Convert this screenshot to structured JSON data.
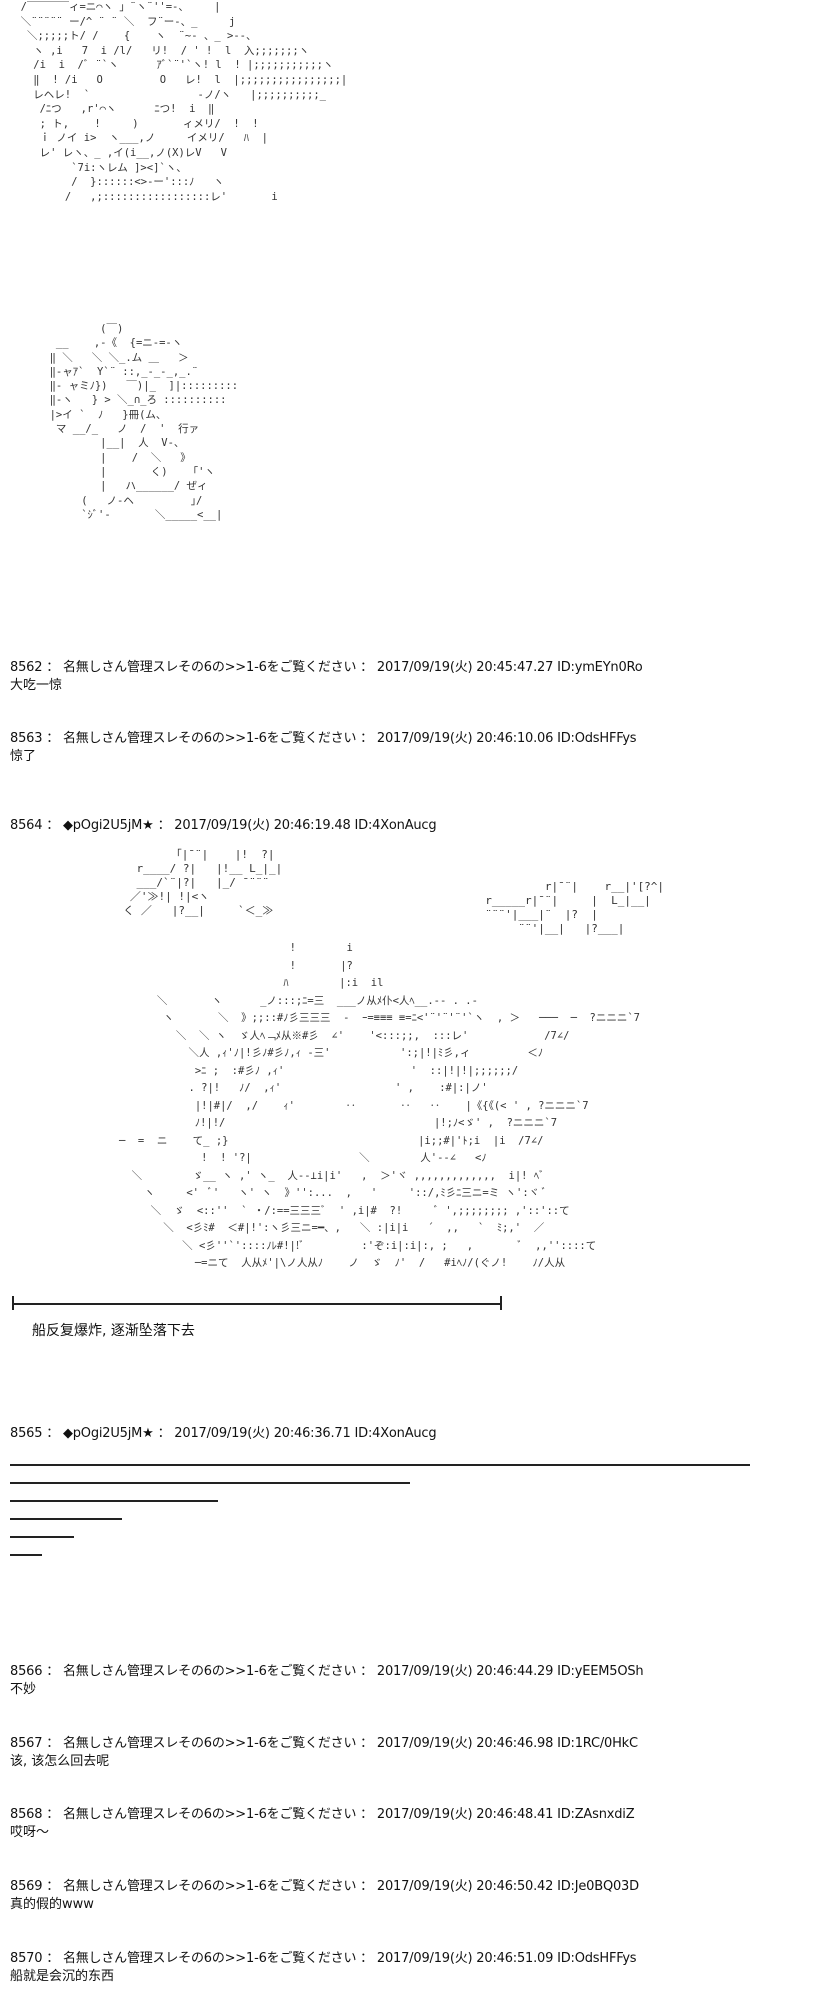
{
  "art": {
    "girl_face": "  /￣￣￣￣ィ=ニ⌒ヽ 」¨ヽ¨''=-、    |\n  ＼¨¨¨¨¨ ー/^ ¨ ¨ ＼  フ¨ー-、_     j\n   ＼;;;;;ト/ /    {    ヽ  ¨~- 、_ >‐-、\n    ヽ ,i   7  i /l/   リ!  / ' !  l  入;;;;;;;ヽ\n    /i  i  /ﾞ ¨`ヽ      ｱﾞ`¨'`ヽ! l  ! |;;;;;;;;;;;ヽ\n    ‖  ! /i   O         O   レ!  l  |;;;;;;;;;;;;;;;;|\n    レヘレ!  `                 ‐ノ/ヽ   |;;;;;;;;;;_\n     /ﾆつ   ,r'⌒ヽ      ﾆつ!  i  ‖\n     ; ト,    !     )       ィメリ/  !  !\n     ｉ ノイ i>  ヽ___,ノ     イメリ/   ﾊ  |\n     レ' レヽ、_ ,イ(i__,ノ(X)レV   V\n          `7i:ヽレム ]><]`ヽ、\n          /  }::::::<>-ー':::ﾉ   ヽ\n         /   ,;:::::::::::::::::レ'       i",
    "girl_full": "             (￣)\n      __    ,-《  {=ニ-=-ヽ\n     ‖ ＼   ＼ ＼_.ム ＿   ＞\n     ‖-ャｱ`  Y`¨ ::,_-_-_,_.¨\n     ‖‐ ャミﾉ})   ￣)|_  ]|:::::::::\n     ‖‐ヽ   } > ＼_∩_ろ ::::::::::\n     |>イ `  ﾉ   }冊(ム、\n      マ __/_   ノ  /  '  行ァ\n             |__|  人  V‐、\n             |    /  ＼   》\n             |       く)    ｢'ヽ\n             |   ハ______/ ぜィ\n          (   ノ-ヘ         ｣/\n          `ｼﾞ'‐       ＼_____<__|",
    "kana_left": "          ｢|¯¨|    |!  ?|\n    r____/ ?|   |!__ L_|_|\n    ___/`¨|?|   |_/ ¯¨¨¨\n   ／'≫!| !|<ヽ\n  く ／   |?__|     `＜_≫",
    "kana_right": "           r|¯¨|    r__|'[?^|\n  r_____r|¯¨|     |  L_|__|\n  ¨¨¨'|___|¨  |?  |\n       ¨¨'|__|   |?___|",
    "explosion": "                              !        i\n                              !       |?\n                             ﾊ        |:i  il\n         ＼       ヽ      _ノ:::;ﾆ=三  ___ノ从ﾒ仆<人ﾍ__.-- . .-\n          ヽ       ＼  》;;::#ﾉ彡三三三  ‐  ｰ=≡≡≡ ≡=ﾆ<'¨'¨'¨'`ヽ  , ＞   ───  ─  ?ニニニ`7\n            ＼  ＼ ヽ  ゞ人ﾍ﹁ﾒ从※#彡  ∠'    '<:::;;,  :::レ'            /7∠/\n              ＼人 ,ｨ'ﾉ|!彡ﾉ#彡ﾉ,ｨ ‐三'           ':;|!|ﾐ彡,ィ         ＜ﾉ\n               >ﾆ ;  :#彡ﾉ ,ｨ'                    '  ::|!|!|;;;;;;/\n              . ?|!   ﾉ/  ,ｨ'                  ' ,    :#|:|ノ'\n               |!|#|/  ,/    ｨ'        ‥       ‥   ‥    |《{《(< ' , ?ニニニ`7\n               ﾉ!|!/                                 |!;ﾉ<ゞ' ,  ?ニニニ`7\n   ─  =  ニ    て_ ;}                              |i;;#|'ﾄ;i  |i  /7∠/\n                !  ! '?|                 ＼        人'--∠   <ﾉ\n     ＼        ゞ__ ヽ ,' ヽ_  人--⊥i|i'   ,  ＞'ヾ ,,,,,,,,,,,,,  i|! ﾍﾞ\n       ヽ     <'  ﾞ'   ヽ' ヽ  》'':...  ,   '     '::/,ﾐ彡ﾆ三ニ=ミ ヽ':ヾ ﾞ\n        ＼  ゞ  <::''  ` ・/:==三三三ﾞ  ' ,i|#  ?!     ﾞ ',;;;;;;;; ,'::'::て\n          ＼  <彡ﾐ#  ＜#|!':ヽ彡三ニ=━、,   ＼ :|i|i   ´  ,,   `  ﾐ;,'  ／\n             ＼ <彡''`'::::ﾉﾚ#!|!ﾞ         :'ぞ:i|:i|:, ;   ,       ﾞ  ,,''::::て\n               ─=ニて  人从ﾒ'|\\ノ人从ﾉ    ノ  ゞ  ﾉ'  /   #iﾍﾉ/(ぐノ!    ﾉ/人从"
  },
  "posts": [
    {
      "header": "8562 ： 名無しさん管理スレその6の>>1-6をご覧ください ： 2017/09/19(火) 20:45:47.27 ID:ymEYn0Ro",
      "body": "大吃一惊"
    },
    {
      "header": "8563 ： 名無しさん管理スレその6の>>1-6をご覧ください ： 2017/09/19(火) 20:46:10.06 ID:OdsHFFys",
      "body": "惊了"
    },
    {
      "header": "8564 ： ◆pOgi2U5jM★ ： 2017/09/19(火) 20:46:19.48 ID:4XonAucg",
      "body": ""
    },
    {
      "header": "8565 ： ◆pOgi2U5jM★ ： 2017/09/19(火) 20:46:36.71 ID:4XonAucg",
      "body": ""
    },
    {
      "header": "8566 ： 名無しさん管理スレその6の>>1-6をご覧ください ： 2017/09/19(火) 20:46:44.29 ID:yEEM5OSh",
      "body": "不妙"
    },
    {
      "header": "8567 ： 名無しさん管理スレその6の>>1-6をご覧ください ： 2017/09/19(火) 20:46:46.98 ID:1RC/0HkC",
      "body": "该, 该怎么回去呢"
    },
    {
      "header": "8568 ： 名無しさん管理スレその6の>>1-6をご覧ください ： 2017/09/19(火) 20:46:48.41 ID:ZAsnxdiZ",
      "body": "哎呀～"
    },
    {
      "header": "8569 ： 名無しさん管理スレその6の>>1-6をご覧ください ： 2017/09/19(火) 20:46:50.42 ID:Je0BQ03D",
      "body": "真的假的www"
    },
    {
      "header": "8570 ： 名無しさん管理スレその6の>>1-6をご覧ください ： 2017/09/19(火) 20:46:51.09 ID:OdsHFFys",
      "body": "船就是会沉的东西"
    }
  ],
  "caption": "船反复爆炸, 逐渐坠落下去"
}
